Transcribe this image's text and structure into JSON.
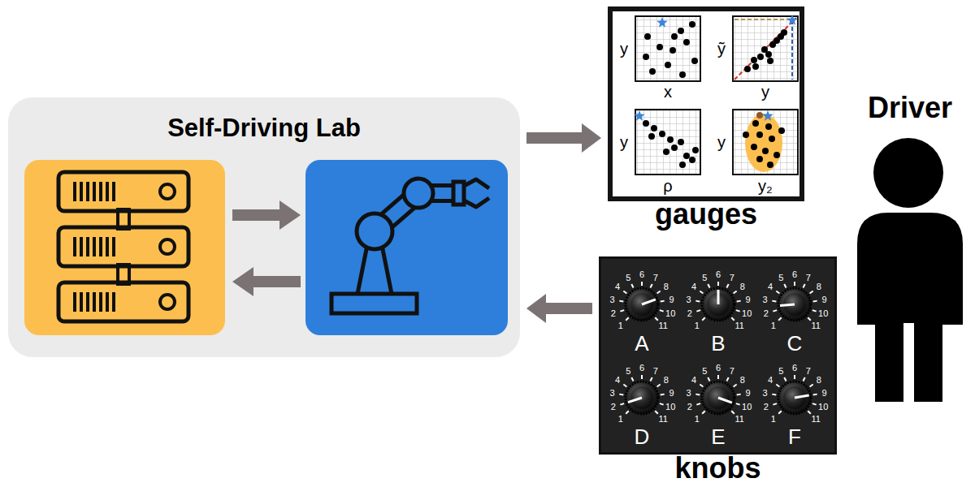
{
  "diagram": {
    "nodes": [
      {
        "text": [
          "Self-Driving Lab"
        ]
      },
      {
        "text": [
          "gauges"
        ]
      },
      {
        "text": [
          "Driver"
        ]
      },
      {
        "text": [
          "knobs"
        ]
      }
    ],
    "edges": [
      {
        "from": 0,
        "to": 1,
        "arrow": "to"
      },
      {
        "from": 3,
        "to": 0,
        "arrow": "to"
      }
    ],
    "labels": [
      "y",
      "x",
      "ỹ",
      "y",
      "y",
      "ρ",
      "y",
      "y₂",
      "1",
      "2",
      "3",
      "4",
      "5",
      "6",
      "7",
      "8",
      "9",
      "10",
      "11",
      "A",
      "1",
      "2",
      "3",
      "4",
      "5",
      "6",
      "7",
      "8",
      "9",
      "10",
      "11",
      "B",
      "1",
      "2",
      "3",
      "4",
      "5",
      "6",
      "7",
      "8",
      "9",
      "10",
      "11",
      "C",
      "1",
      "2",
      "3",
      "4",
      "5",
      "6",
      "7",
      "8",
      "9",
      "10",
      "11",
      "D",
      "1",
      "2",
      "3",
      "4",
      "5",
      "6",
      "7",
      "8",
      "9",
      "10",
      "11",
      "E",
      "1",
      "2",
      "3",
      "4",
      "5",
      "6",
      "7",
      "8",
      "9",
      "10",
      "11",
      "F"
    ]
  }
}
